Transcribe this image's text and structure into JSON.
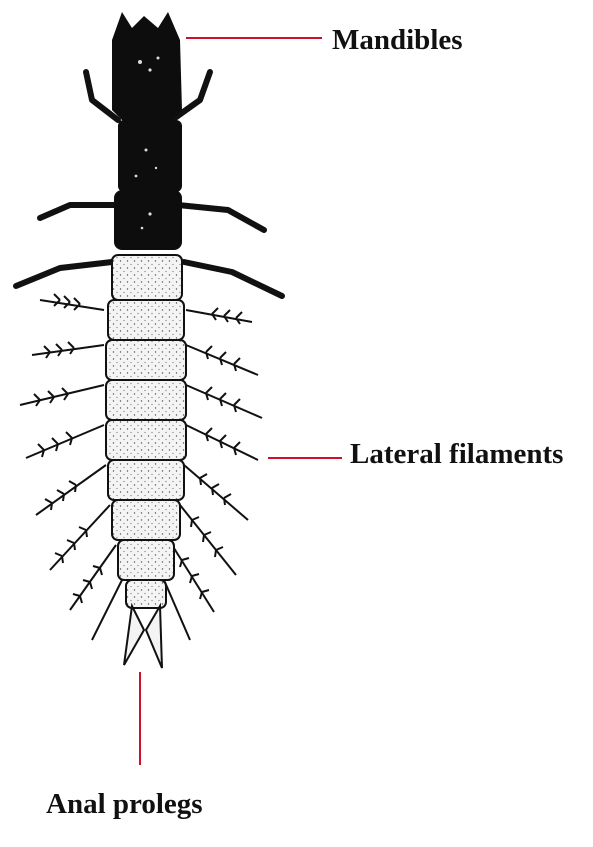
{
  "labels": {
    "mandibles": "Mandibles",
    "lateral_filaments": "Lateral filaments",
    "anal_prolegs": "Anal prolegs"
  },
  "colors": {
    "leader_line": "#d0102a",
    "ink": "#0d0d0d",
    "body_fill": "#f4f4f4"
  }
}
